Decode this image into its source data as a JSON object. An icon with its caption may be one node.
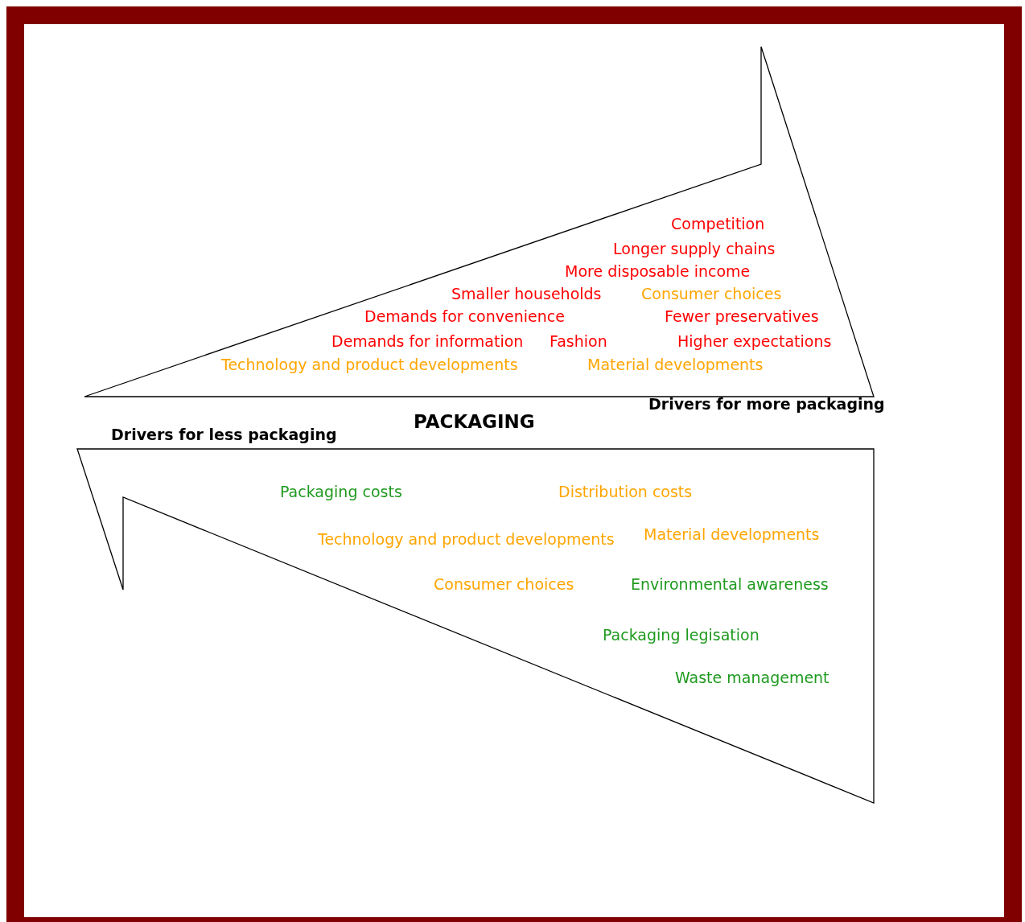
{
  "diagram": {
    "nodes": [
      {
        "text": [
          "Competition",
          "Longer supply chains",
          "More disposable income",
          "Smaller households",
          "Consumer choices",
          "Demands for convenience",
          "Fewer preservatives",
          "Demands for information",
          "Fashion",
          "Higher expectations",
          "Technology and product developments",
          "Material developments",
          "Drivers for more packaging"
        ]
      },
      {
        "text": [
          "Drivers for less packaging",
          "Packaging costs",
          "Distribution costs",
          "Technology and product developments",
          "Material developments",
          "Consumer choices",
          "Environmental awareness",
          "Packaging legisation",
          "Waste management"
        ]
      }
    ],
    "edges": [],
    "labels": [
      "PACKAGING"
    ]
  }
}
